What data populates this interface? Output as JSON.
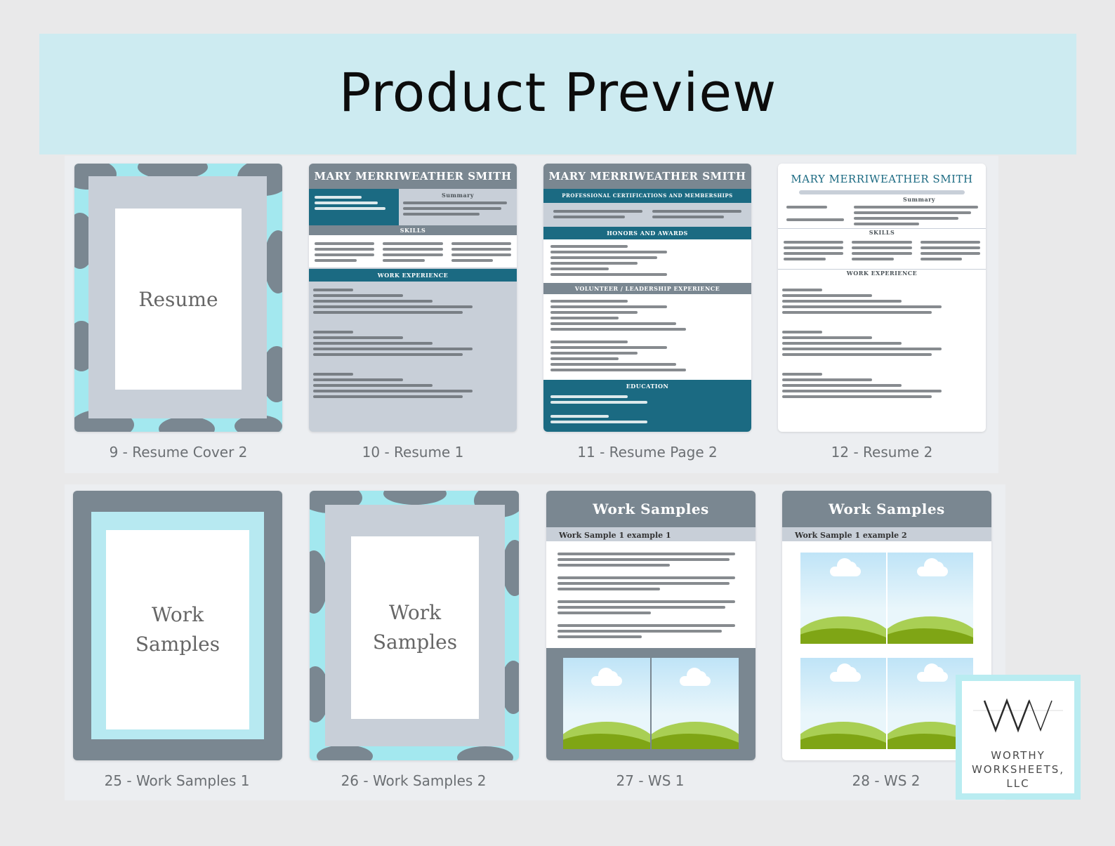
{
  "banner": {
    "title": "Product Preview"
  },
  "pages": [
    {
      "caption": "9 - Resume Cover 2",
      "cover_text": "Resume"
    },
    {
      "caption": "10 - Resume 1",
      "name": "MARY MERRIWEATHER SMITH",
      "summary_label": "Summary",
      "skills_label": "SKILLS",
      "experience_label": "WORK EXPERIENCE"
    },
    {
      "caption": "11 - Resume Page 2",
      "name": "MARY MERRIWEATHER SMITH",
      "section1": "PROFESSIONAL CERTIFICATIONS AND MEMBERSHIPS",
      "section2": "HONORS AND AWARDS",
      "section3": "VOLUNTEER / LEADERSHIP EXPERIENCE",
      "section4": "EDUCATION"
    },
    {
      "caption": "12 - Resume 2",
      "name": "MARY MERRIWEATHER SMITH",
      "summary_label": "Summary",
      "skills_label": "SKILLS",
      "experience_label": "WORK EXPERIENCE"
    },
    {
      "caption": "25 - Work Samples 1",
      "cover_line1": "Work",
      "cover_line2": "Samples"
    },
    {
      "caption": "26 - Work Samples 2",
      "cover_line1": "Work",
      "cover_line2": "Samples"
    },
    {
      "caption": "27 - WS 1",
      "title": "Work Samples",
      "subtitle": "Work Sample 1 example 1"
    },
    {
      "caption": "28 - WS 2",
      "title": "Work Samples",
      "subtitle": "Work Sample 1 example 2"
    }
  ],
  "logo": {
    "mark": "WW",
    "line1": "WORTHY",
    "line2": "WORKSHEETS,",
    "line3": "LLC"
  },
  "colors": {
    "banner": "#cdebf1",
    "teal": "#1b6a82",
    "slate": "#7a8791",
    "light_slate": "#c8cfd8",
    "aqua": "#a3e8ef"
  }
}
